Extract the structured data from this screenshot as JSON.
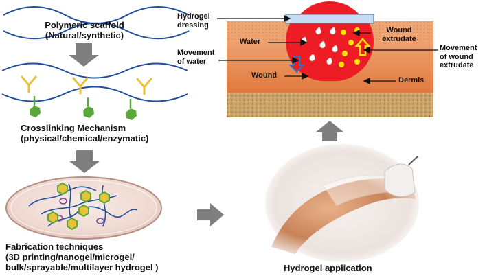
{
  "left": {
    "scaffold_title_line1": "Polymeric scaffold",
    "scaffold_title_line2": "(Natural/synthetic)",
    "crosslink_line1": "Crosslinking Mechanism",
    "crosslink_line2": "(physical/chemical/enzymatic)",
    "fabrication_line1": "Fabrication techniques",
    "fabrication_line2": "(3D printing/nanogel/microgel/",
    "fabrication_line3": "bulk/sprayable/multilayer hydrogel )"
  },
  "wound_panel": {
    "hydrogel_dressing_line1": "Hydrogel",
    "hydrogel_dressing_line2": "dressing",
    "water": "Water",
    "movement_water_line1": "Movement",
    "movement_water_line2": "of water",
    "wound": "Wound",
    "wound_extrudate_line1": "Wound",
    "wound_extrudate_line2": "extrudate",
    "movement_extrudate_line1": "Movement",
    "movement_extrudate_line2": "of wound",
    "movement_extrudate_line3": "extrudate",
    "dermis": "Dermis"
  },
  "application": {
    "caption": "Hydrogel application"
  },
  "colors": {
    "polymer_chain": "#1f4e9c",
    "crosslinker_y": "#e8c23a",
    "hexagon_green": "#5aa83c",
    "arrow_gray": "#7f7f7f",
    "wound_red": "#ee1c24",
    "skin_orange": "#e7874a",
    "dermis_sand": "#c9a36a",
    "dressing_blue": "#c6dcf2",
    "yellow_dot": "#ffe600"
  }
}
